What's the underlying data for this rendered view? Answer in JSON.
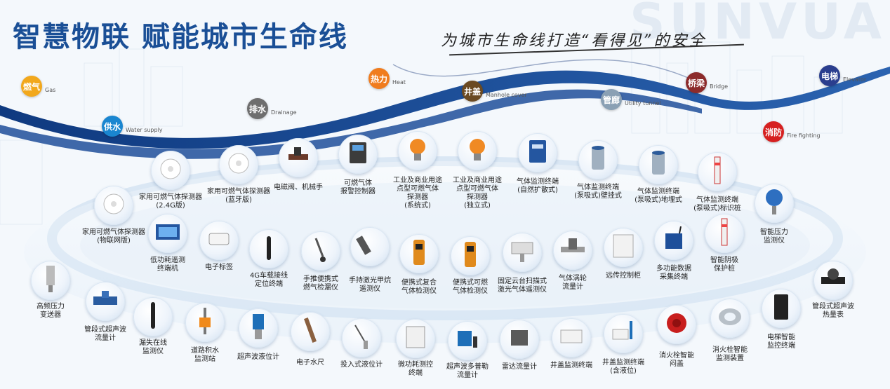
{
  "brand": "SUNVUA",
  "title": "智慧物联  赋能城市生命线",
  "slogan": "为城市生命线打造“看得见”的安全",
  "categories": [
    {
      "zh": "燃气",
      "en": "Gas",
      "color": "#f2a81c"
    },
    {
      "zh": "供水",
      "en": "Water supply",
      "color": "#1a86d0"
    },
    {
      "zh": "排水",
      "en": "Drainage",
      "color": "#6e6e6e"
    },
    {
      "zh": "热力",
      "en": "Heat",
      "color": "#f07c1e"
    },
    {
      "zh": "井盖",
      "en": "Manhole cover",
      "color": "#6b4a22"
    },
    {
      "zh": "管廊",
      "en": "Utility tunnel",
      "color": "#8aa0b4"
    },
    {
      "zh": "桥梁",
      "en": "Bridge",
      "color": "#8c2b2b"
    },
    {
      "zh": "电梯",
      "en": "Elevator",
      "color": "#2a3e8e"
    },
    {
      "zh": "消防",
      "en": "Fire fighting",
      "color": "#d62020"
    }
  ],
  "products": [
    {
      "label": "家用可燃气体探测器\n(物联网版)",
      "icon": "detector-icon"
    },
    {
      "label": "家用可燃气体探测器\n(2.4G版)",
      "icon": "detector-icon"
    },
    {
      "label": "家用可燃气体探测器\n(蓝牙版)",
      "icon": "detector-icon"
    },
    {
      "label": "电磁阀、机械手",
      "icon": "valve-icon"
    },
    {
      "label": "可燃气体\n报警控制器",
      "icon": "controller-icon"
    },
    {
      "label": "工业及商业用途\n点型可燃气体\n探测器\n(系统式)",
      "icon": "industrial-detector-icon"
    },
    {
      "label": "工业及商业用途\n点型可燃气体\n探测器\n(独立式)",
      "icon": "industrial-detector-icon"
    },
    {
      "label": "气体监测终端\n(自然扩散式)",
      "icon": "terminal-icon"
    },
    {
      "label": "气体监测终端\n(泵吸式)壁挂式",
      "icon": "cylinder-icon"
    },
    {
      "label": "气体监测终端\n(泵吸式)地埋式",
      "icon": "cylinder-icon"
    },
    {
      "label": "气体监测终端\n(泵吸式)标识桩",
      "icon": "post-icon"
    },
    {
      "label": "智能压力\n监测仪",
      "icon": "pressure-icon"
    },
    {
      "label": "低功耗遥测\n终端机",
      "icon": "screen-icon"
    },
    {
      "label": "电子标签",
      "icon": "tag-icon"
    },
    {
      "label": "4G车载接线\n定位终端",
      "icon": "antenna-icon"
    },
    {
      "label": "手推便携式\n燃气检漏仪",
      "icon": "cart-icon"
    },
    {
      "label": "手持激光甲烷\n遥测仪",
      "icon": "laser-icon"
    },
    {
      "label": "便携式复合\n气体检测仪",
      "icon": "portable-icon"
    },
    {
      "label": "便携式可燃\n气体检测仪",
      "icon": "portable-icon"
    },
    {
      "label": "固定云台扫描式\n激光气体遥测仪",
      "icon": "camera-icon"
    },
    {
      "label": "气体涡轮\n流量计",
      "icon": "turbine-icon"
    },
    {
      "label": "远传控制柜",
      "icon": "cabinet-icon"
    },
    {
      "label": "多功能数据\n采集终端",
      "icon": "datalogger-icon"
    },
    {
      "label": "智能阴极\n保护桩",
      "icon": "post-icon"
    },
    {
      "label": "高频压力\n变送器",
      "icon": "transmitter-icon"
    },
    {
      "label": "管段式超声波\n流量计",
      "icon": "flowmeter-icon"
    },
    {
      "label": "漏失在线\n监测仪",
      "icon": "probe-icon"
    },
    {
      "label": "道路积水\n监测站",
      "icon": "station-icon"
    },
    {
      "label": "超声波液位计",
      "icon": "level-icon"
    },
    {
      "label": "电子水尺",
      "icon": "ruler-icon"
    },
    {
      "label": "投入式液位计",
      "icon": "submersible-icon"
    },
    {
      "label": "微功耗测控\n终端",
      "icon": "box-icon"
    },
    {
      "label": "超声波多普勒\n流量计",
      "icon": "doppler-icon"
    },
    {
      "label": "雷达流量计",
      "icon": "radar-icon"
    },
    {
      "label": "井盖监测终端",
      "icon": "manhole-icon"
    },
    {
      "label": "井盖监测终端\n(含液位)",
      "icon": "manhole-level-icon"
    },
    {
      "label": "消火栓智能\n闷盖",
      "icon": "hydrant-cap-icon"
    },
    {
      "label": "消火栓智能\n监测装置",
      "icon": "hydrant-ring-icon"
    },
    {
      "label": "电梯智能\n监控终端",
      "icon": "elevator-terminal-icon"
    },
    {
      "label": "管段式超声波\n热量表",
      "icon": "heatmeter-icon"
    }
  ]
}
